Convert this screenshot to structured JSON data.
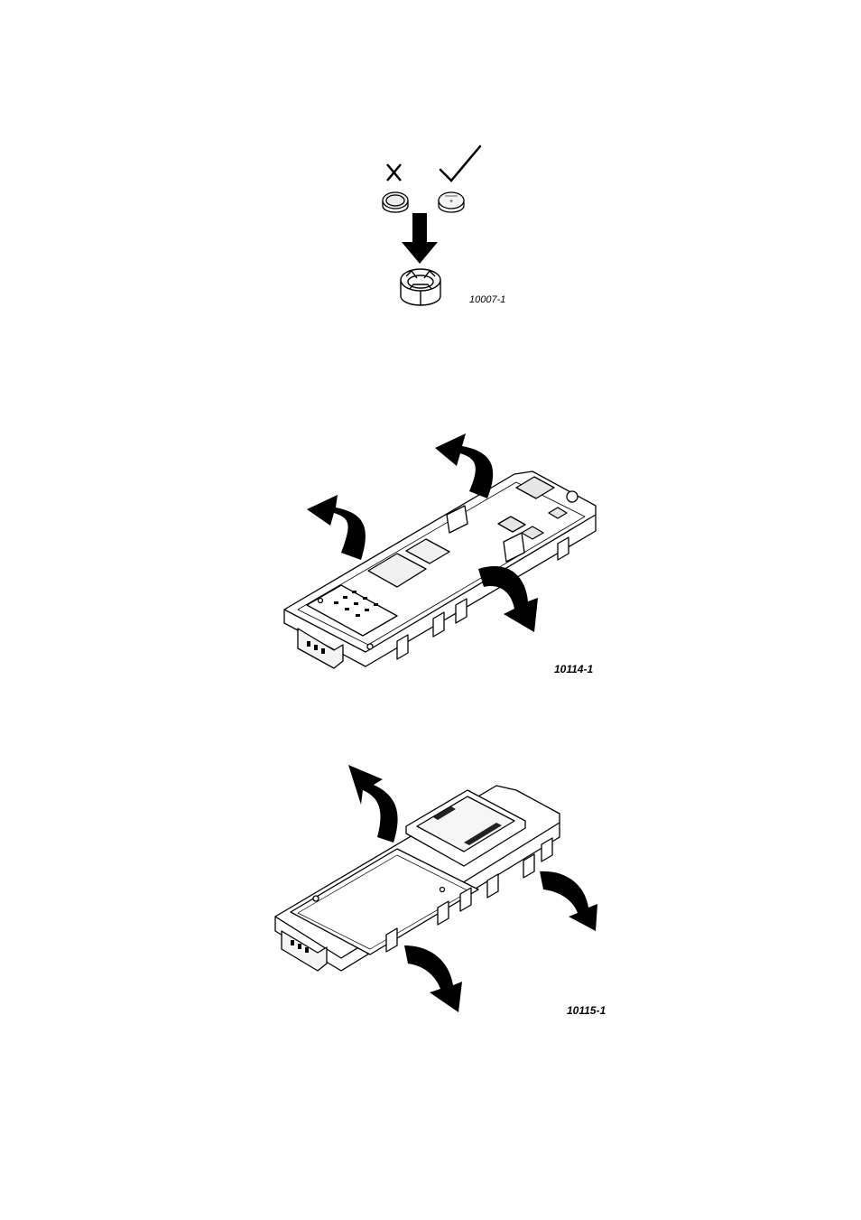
{
  "figures": [
    {
      "ref": "10007-1",
      "marks": {
        "wrong": "cross-mark-icon",
        "right": "check-mark-icon"
      }
    },
    {
      "ref": "10114-1"
    },
    {
      "ref": "10115-1"
    }
  ],
  "colors": {
    "ink": "#000000",
    "paper": "#ffffff",
    "shade": "#e6e6e6"
  }
}
